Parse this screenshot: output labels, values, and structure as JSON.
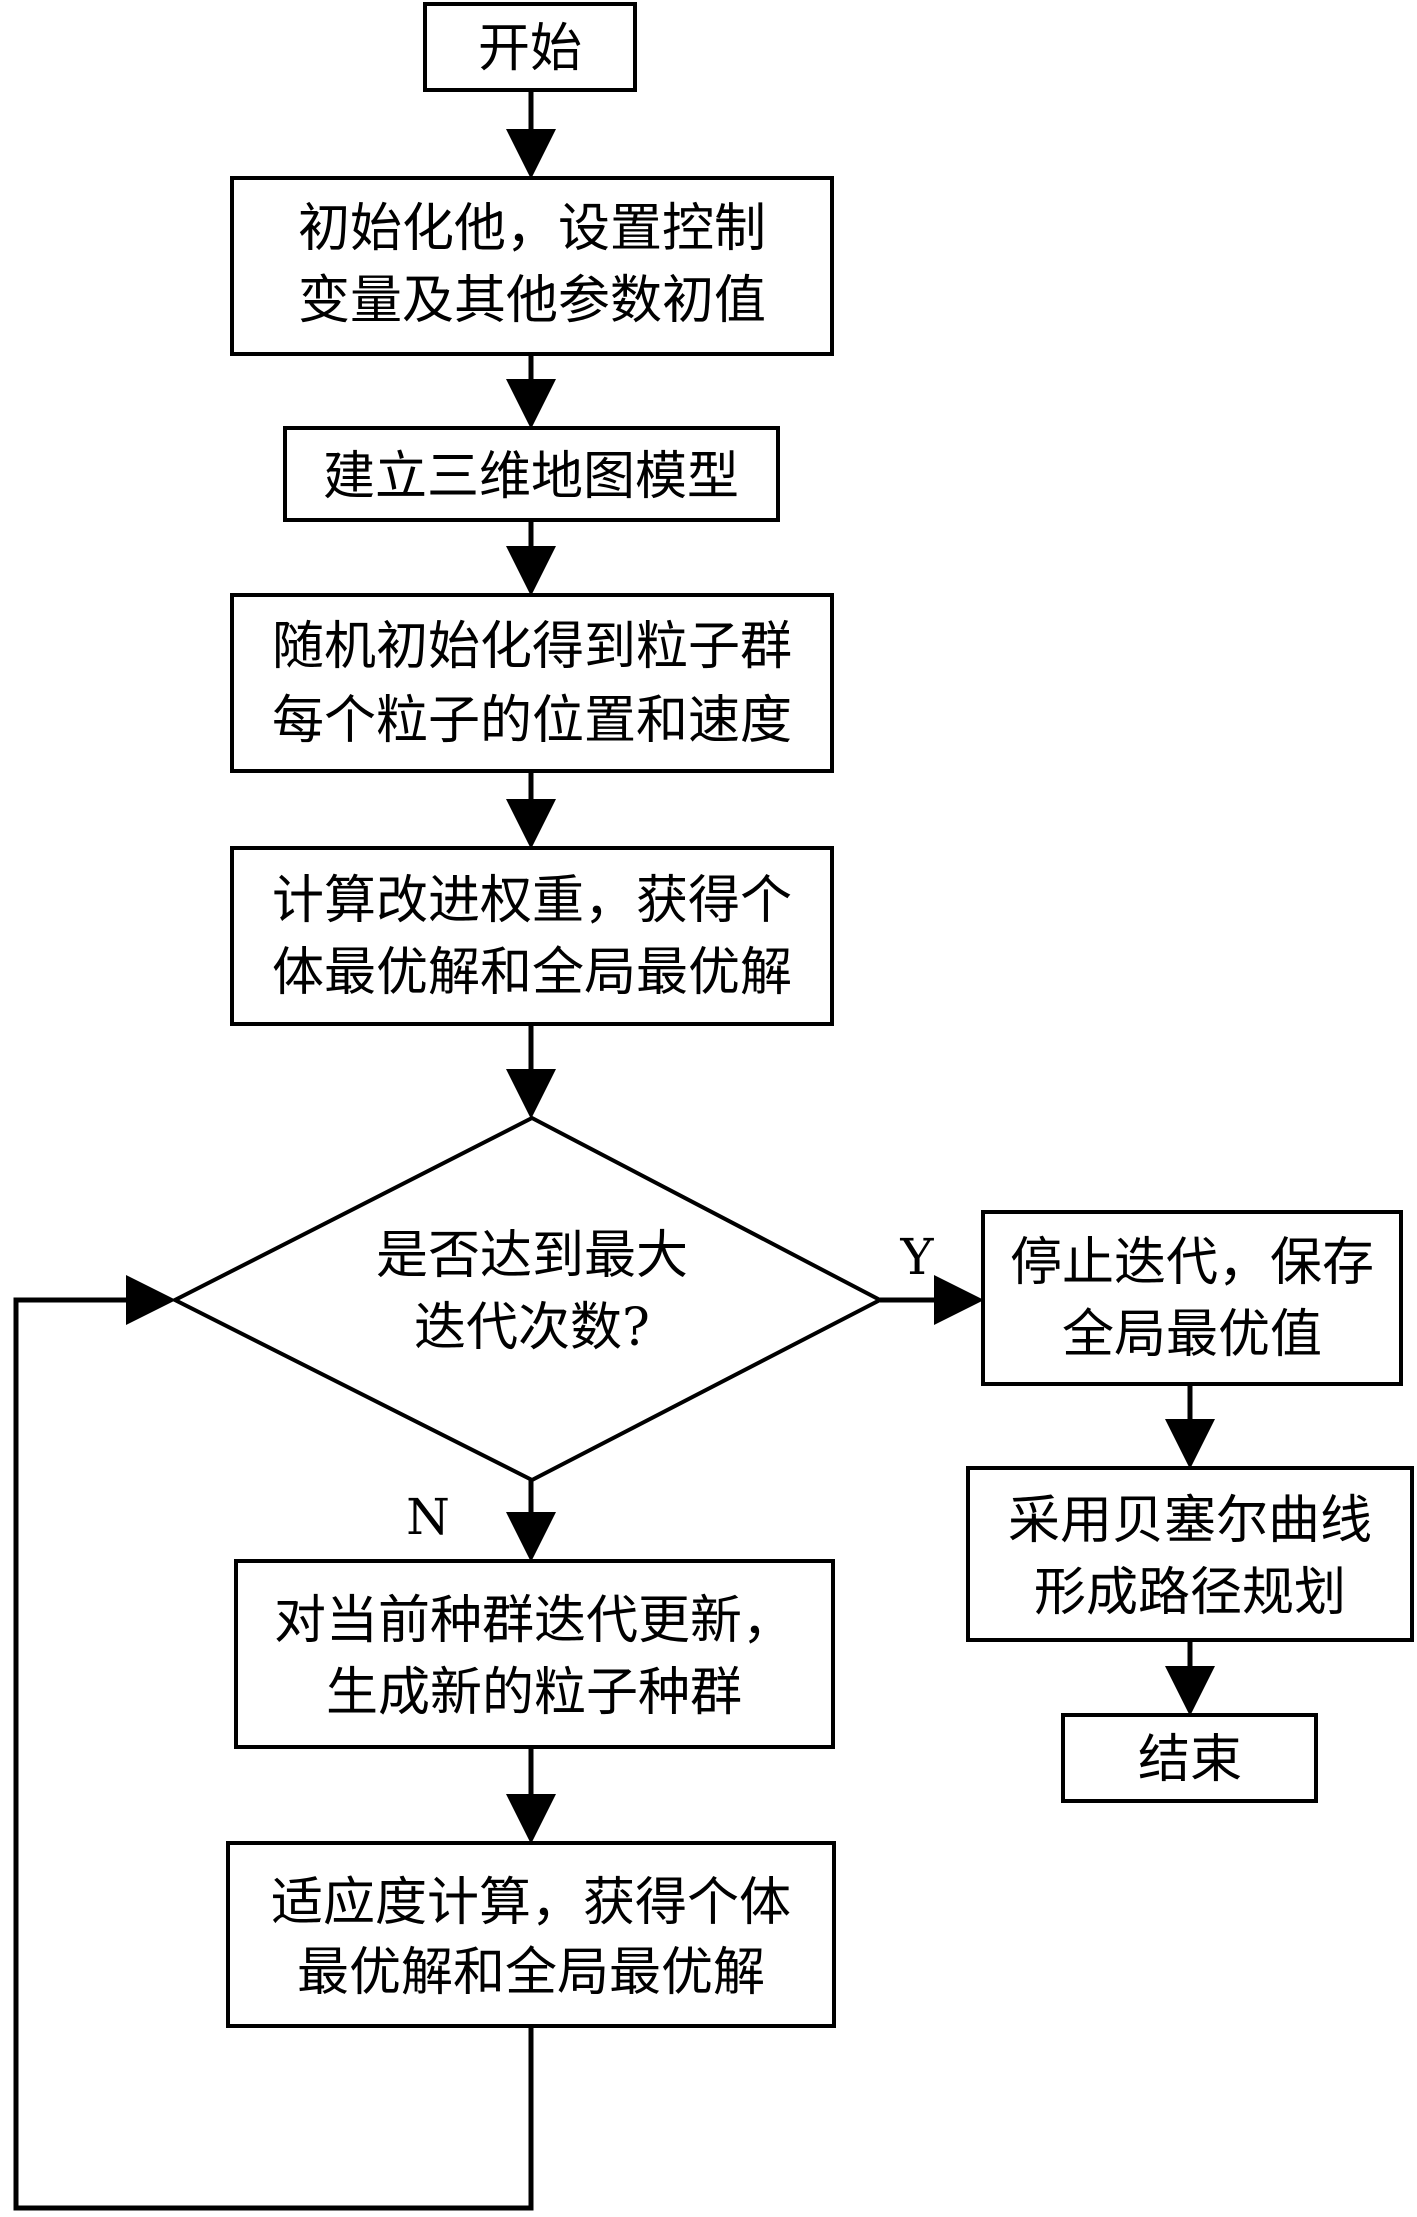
{
  "flowchart": {
    "start": "开始",
    "init": [
      "初始化他，设置控制",
      "变量及其他参数初值"
    ],
    "map_model": "建立三维地图模型",
    "random_init": [
      "随机初始化得到粒子群",
      "每个粒子的位置和速度"
    ],
    "compute_weight": [
      "计算改进权重，获得个",
      "体最优解和全局最优解"
    ],
    "decision": [
      "是否达到最大",
      "迭代次数?"
    ],
    "yes_label": "Y",
    "no_label": "N",
    "update": [
      "对当前种群迭代更新，",
      "生成新的粒子种群"
    ],
    "fitness": [
      "适应度计算，获得个体",
      "最优解和全局最优解"
    ],
    "stop": [
      "停止迭代，保存",
      "全局最优值"
    ],
    "bezier": [
      "采用贝塞尔曲线",
      "形成路径规划"
    ],
    "end": "结束"
  }
}
